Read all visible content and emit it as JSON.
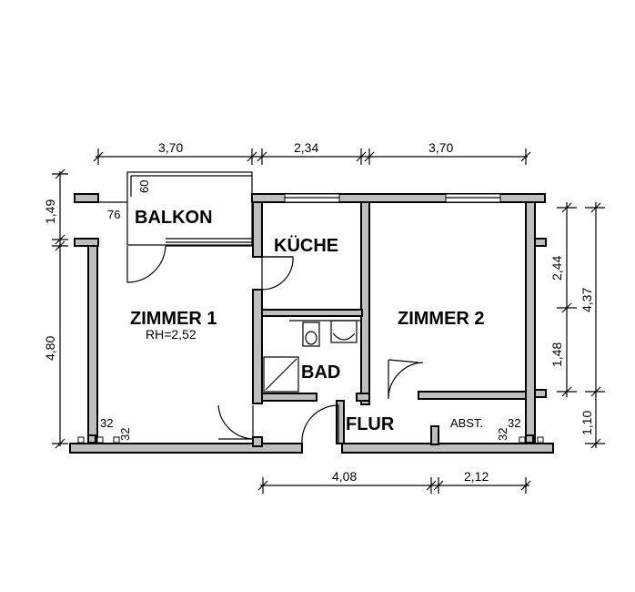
{
  "rooms": {
    "balkon": "BALKON",
    "kueche": "KÜCHE",
    "zimmer1": "ZIMMER 1",
    "zimmer1_height": "RH=2,52",
    "zimmer2": "ZIMMER 2",
    "bad": "BAD",
    "flur": "FLUR",
    "abst": "ABST."
  },
  "small_dims": {
    "balkon_60": "60",
    "balkon_76": "76",
    "z1_32a": "32",
    "z1_32b": "32",
    "abst_32a": "32",
    "abst_32b": "32"
  },
  "dimensions": {
    "top": [
      "3,70",
      "2,34",
      "3,70"
    ],
    "bottom": [
      "4,08",
      "2,12"
    ],
    "left": [
      "1,49",
      "4,80"
    ],
    "right_inner": [
      "2,44",
      "1,48"
    ],
    "right_outer": [
      "4,37",
      "1,10"
    ]
  },
  "colors": {
    "wall_fill": "#bfbfbf",
    "lines": "#000000",
    "background": "#ffffff"
  }
}
